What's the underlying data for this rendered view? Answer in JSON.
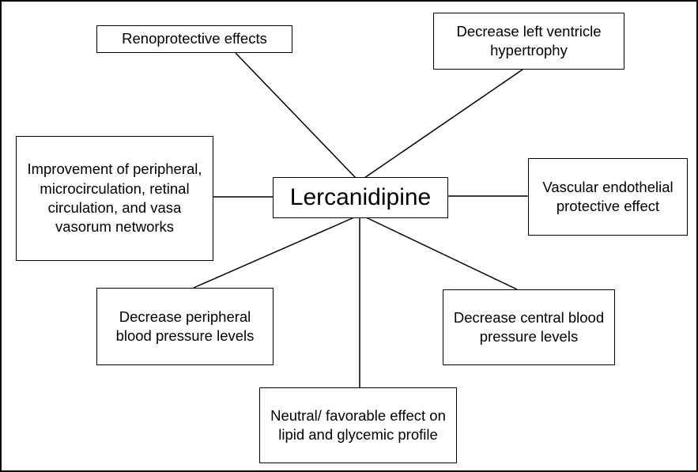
{
  "diagram": {
    "title": "Lercanidipine effects diagram",
    "colors": {
      "line": "#000000",
      "border": "#000000",
      "background": "#ffffff",
      "text": "#000000"
    },
    "center": {
      "label": "Lercanidipine"
    },
    "nodes": {
      "renoprotective": {
        "label": "Renoprotective effects"
      },
      "left_ventricle": {
        "label": "Decrease left ventricle hypertrophy"
      },
      "microcirculation": {
        "label": "Improvement of peripheral, microcirculation, retinal circulation, and vasa vasorum networks"
      },
      "vascular": {
        "label": "Vascular endothelial protective effect"
      },
      "peripheral_bp": {
        "label": "Decrease peripheral blood pressure levels"
      },
      "central_bp": {
        "label": "Decrease central blood pressure levels"
      },
      "lipid_glycemic": {
        "label": "Neutral/ favorable effect on lipid and glycemic profile"
      }
    }
  }
}
